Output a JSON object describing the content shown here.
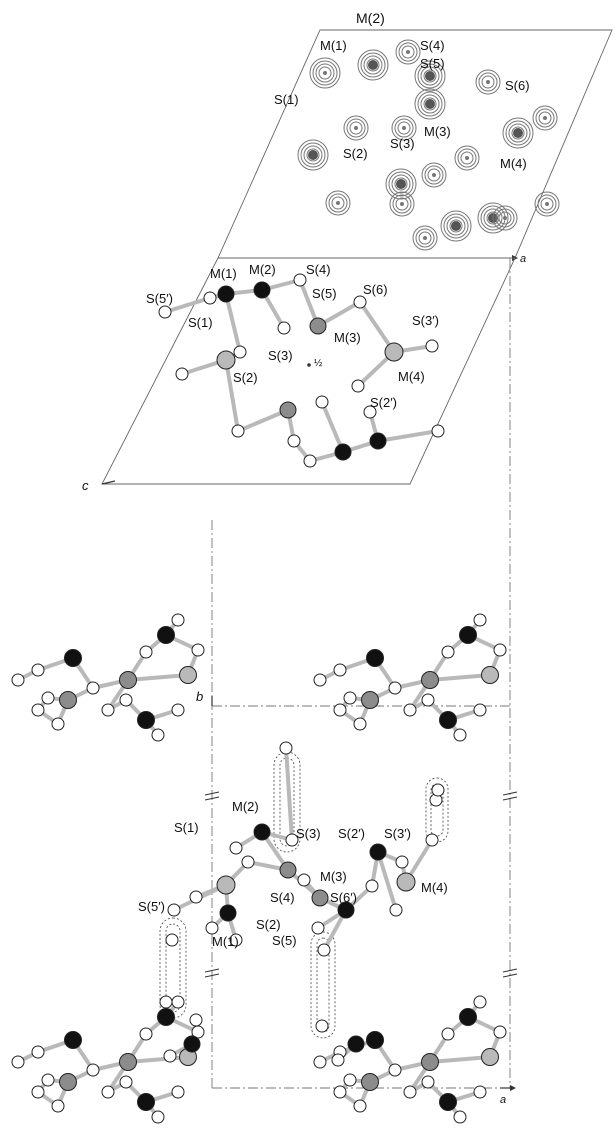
{
  "colors": {
    "metal_black": "#111111",
    "metal_grey": "#8c8c8c",
    "metal_lightgrey": "#b9b9b9",
    "sulfur_white": "#ffffff",
    "outline": "#222222",
    "bond": "#b9b9b9",
    "cell_edge": "#666666",
    "contour": "#777777"
  },
  "labels": {
    "panel_a": {
      "m2": "M(2)",
      "m1": "M(1)",
      "s4": "S(4)",
      "s5": "S(5)",
      "s6": "S(6)",
      "s1": "S(1)",
      "m3": "M(3)",
      "s2": "S(2)",
      "s3": "S(3)",
      "m4": "M(4)",
      "axis_a": "a"
    },
    "panel_b": {
      "s5p": "S(5′)",
      "m1": "M(1)",
      "m2": "M(2)",
      "s4": "S(4)",
      "s5": "S(5)",
      "s6": "S(6)",
      "s1": "S(1)",
      "m3": "M(3)",
      "s3p": "S(3′)",
      "s2": "S(2)",
      "s3": "S(3)",
      "half": "½",
      "m4": "M(4)",
      "s2p": "S(2′)",
      "axis_c": "c"
    },
    "panel_c": {
      "axis_b": "b",
      "m2": "M(2)",
      "s1": "S(1)",
      "s3": "S(3)",
      "s2p": "S(2′)",
      "s3p": "S(3′)",
      "m3": "M(3)",
      "s4": "S(4)",
      "s6p": "S(6′)",
      "m4": "M(4)",
      "s5p": "S(5′)",
      "s2": "S(2)",
      "m1": "M(1)",
      "s5": "S(5)",
      "axis_a": "a"
    }
  }
}
